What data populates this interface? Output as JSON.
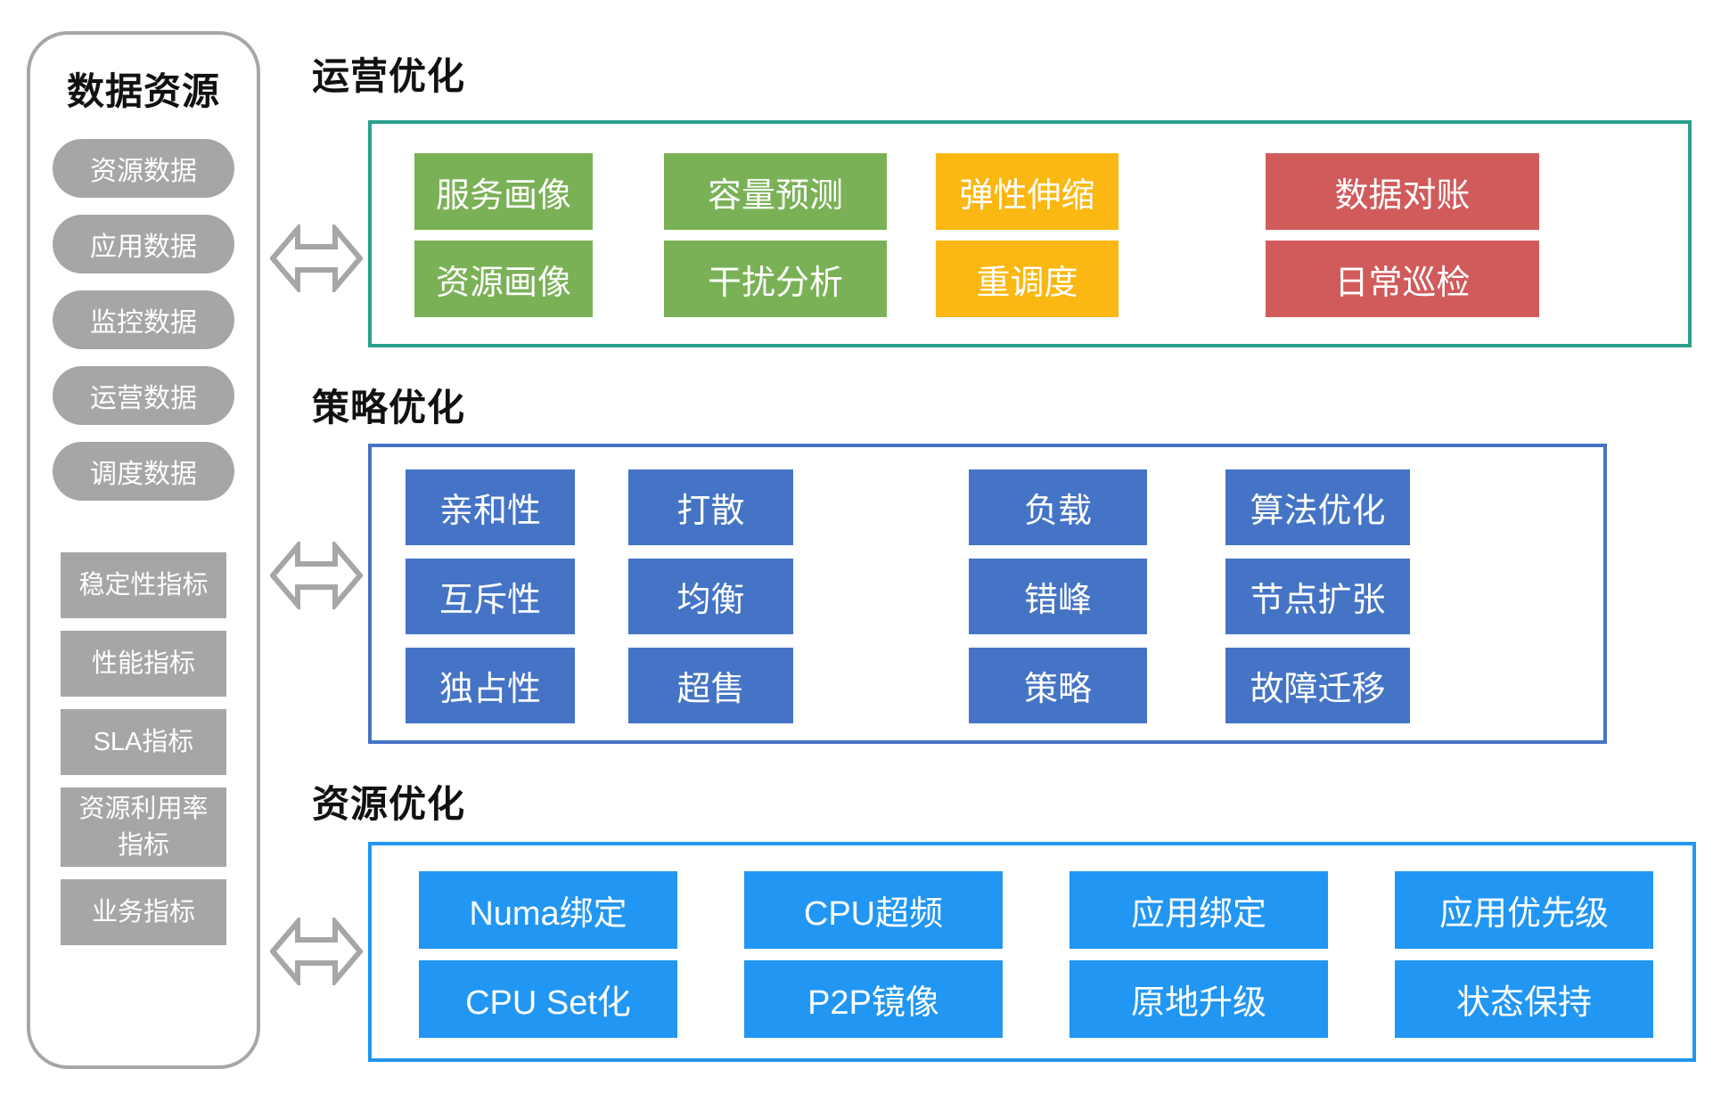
{
  "sidebar": {
    "title": "数据资源",
    "data_items": [
      "资源数据",
      "应用数据",
      "监控数据",
      "运营数据",
      "调度数据"
    ],
    "metric_items": [
      "稳定性指标",
      "性能指标",
      "SLA指标",
      "资源利用率指标",
      "业务指标"
    ]
  },
  "arrows": {
    "icon": "left-right-double-arrow",
    "count": 3
  },
  "sections": [
    {
      "title": "运营优化",
      "border_color": "#2AA08C",
      "columns": [
        {
          "color": "#7AB156",
          "items": [
            "服务画像",
            "资源画像"
          ]
        },
        {
          "color": "#7AB156",
          "items": [
            "容量预测",
            "干扰分析"
          ]
        },
        {
          "color": "#FBB712",
          "items": [
            "弹性伸缩",
            "重调度"
          ]
        },
        {
          "color": "#D15B5B",
          "items": [
            "数据对账",
            "日常巡检"
          ]
        }
      ]
    },
    {
      "title": "策略优化",
      "border_color": "#4574C6",
      "columns": [
        {
          "color": "#4574C6",
          "items": [
            "亲和性",
            "互斥性",
            "独占性"
          ]
        },
        {
          "color": "#4574C6",
          "items": [
            "打散",
            "均衡",
            "超售"
          ]
        },
        {
          "color": "#4574C6",
          "items": [
            "负载",
            "错峰",
            "策略"
          ]
        },
        {
          "color": "#4574C6",
          "items": [
            "算法优化",
            "节点扩张",
            "故障迁移"
          ]
        }
      ]
    },
    {
      "title": "资源优化",
      "border_color": "#2196F3",
      "columns": [
        {
          "color": "#2196F3",
          "items": [
            "Numa绑定",
            "CPU Set化"
          ]
        },
        {
          "color": "#2196F3",
          "items": [
            "CPU超频",
            "P2P镜像"
          ]
        },
        {
          "color": "#2196F3",
          "items": [
            "应用绑定",
            "原地升级"
          ]
        },
        {
          "color": "#2196F3",
          "items": [
            "应用优先级",
            "状态保持"
          ]
        }
      ]
    }
  ],
  "colors": {
    "gray": "#A6A6A6",
    "green": "#7AB156",
    "yellow": "#FBB712",
    "red": "#D15B5B",
    "blue": "#4574C6",
    "bright_blue": "#2196F3",
    "teal_border": "#2AA08C",
    "title_text": "#111111",
    "button_text": "#FFFFFF"
  }
}
